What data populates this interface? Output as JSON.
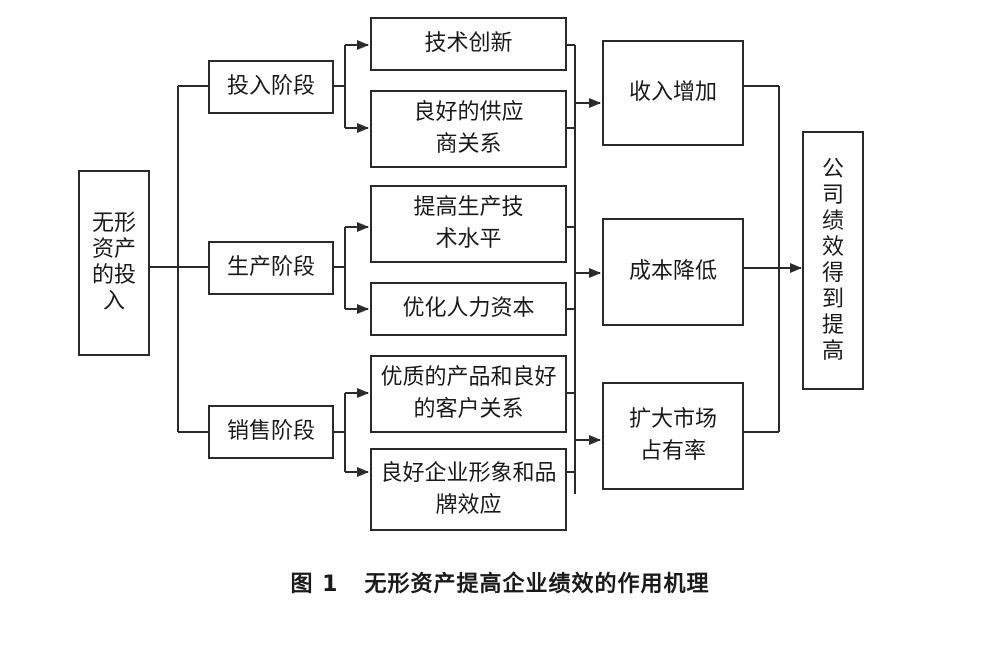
{
  "root": {
    "label": "无形资产的投入"
  },
  "stages": [
    {
      "label": "投入阶段"
    },
    {
      "label": "生产阶段"
    },
    {
      "label": "销售阶段"
    }
  ],
  "factors": [
    {
      "label": "技术创新"
    },
    {
      "label": "良好的供应商关系"
    },
    {
      "label": "提高生产技术水平"
    },
    {
      "label": "优化人力资本"
    },
    {
      "label": "优质的产品和良好的客户关系"
    },
    {
      "label": "良好企业形象和品牌效应"
    }
  ],
  "effects": [
    {
      "label": "收入增加"
    },
    {
      "label": "成本降低"
    },
    {
      "label": "扩大市场占有率"
    }
  ],
  "outcome": {
    "label": "公司绩效得到提高"
  },
  "caption": {
    "number": "图 1",
    "title": "无形资产提高企业绩效的作用机理"
  },
  "colors": {
    "line": "#2a2a2a",
    "box_border": "#2a2a2a",
    "text": "#1a1a1a"
  }
}
